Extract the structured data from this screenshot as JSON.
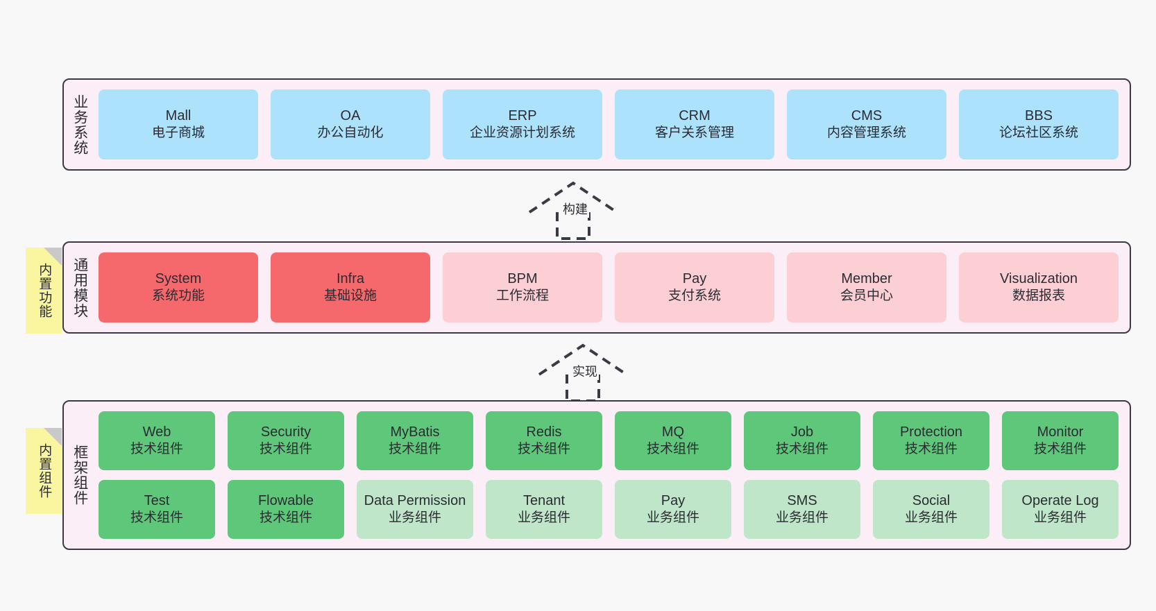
{
  "diagram": {
    "title_present": false,
    "colors": {
      "background": "#f8f8f8",
      "layer_fill": "#fbeef7",
      "layer_border": "#3a3a44",
      "business_card": "#ace2fb",
      "module_primary": "#f5696d",
      "module_secondary": "#fbcfd4",
      "component_tech": "#5ec77a",
      "component_business": "#bfe6c9",
      "sticky_note": "#faf6a0",
      "sticky_fold": "#c9c9c9"
    }
  },
  "layers": [
    {
      "id": "business-systems",
      "label": "业务系统",
      "rows": [
        {
          "style": "c-blue",
          "cards": [
            {
              "name": "Mall",
              "sub": "电子商城"
            },
            {
              "name": "OA",
              "sub": "办公自动化"
            },
            {
              "name": "ERP",
              "sub": "企业资源计划系统"
            },
            {
              "name": "CRM",
              "sub": "客户关系管理"
            },
            {
              "name": "CMS",
              "sub": "内容管理系统"
            },
            {
              "name": "BBS",
              "sub": "论坛社区系统"
            }
          ]
        }
      ]
    },
    {
      "id": "common-modules",
      "label": "通用模块",
      "note": "内置功能",
      "rows": [
        {
          "style": "mixed",
          "cards": [
            {
              "name": "System",
              "sub": "系统功能",
              "style": "c-red"
            },
            {
              "name": "Infra",
              "sub": "基础设施",
              "style": "c-red"
            },
            {
              "name": "BPM",
              "sub": "工作流程",
              "style": "c-pink"
            },
            {
              "name": "Pay",
              "sub": "支付系统",
              "style": "c-pink"
            },
            {
              "name": "Member",
              "sub": "会员中心",
              "style": "c-pink"
            },
            {
              "name": "Visualization",
              "sub": "数据报表",
              "style": "c-pink"
            }
          ]
        }
      ]
    },
    {
      "id": "framework-components",
      "label": "框架组件",
      "note": "内置组件",
      "rows": [
        {
          "style": "c-green",
          "cards": [
            {
              "name": "Web",
              "sub": "技术组件"
            },
            {
              "name": "Security",
              "sub": "技术组件"
            },
            {
              "name": "MyBatis",
              "sub": "技术组件"
            },
            {
              "name": "Redis",
              "sub": "技术组件"
            },
            {
              "name": "MQ",
              "sub": "技术组件"
            },
            {
              "name": "Job",
              "sub": "技术组件"
            },
            {
              "name": "Protection",
              "sub": "技术组件"
            },
            {
              "name": "Monitor",
              "sub": "技术组件"
            }
          ]
        },
        {
          "style": "c-lgreen",
          "cards": [
            {
              "name": "Test",
              "sub": "技术组件",
              "style": "c-green"
            },
            {
              "name": "Flowable",
              "sub": "技术组件",
              "style": "c-green"
            },
            {
              "name": "Data Permission",
              "sub": "业务组件",
              "style": "c-lgreen"
            },
            {
              "name": "Tenant",
              "sub": "业务组件",
              "style": "c-lgreen"
            },
            {
              "name": "Pay",
              "sub": "业务组件",
              "style": "c-lgreen"
            },
            {
              "name": "SMS",
              "sub": "业务组件",
              "style": "c-lgreen"
            },
            {
              "name": "Social",
              "sub": "业务组件",
              "style": "c-lgreen"
            },
            {
              "name": "Operate Log",
              "sub": "业务组件",
              "style": "c-lgreen"
            }
          ]
        }
      ]
    }
  ],
  "arrows": [
    {
      "id": "arrow-build",
      "label": "构建",
      "from": "common-modules",
      "to": "business-systems"
    },
    {
      "id": "arrow-implement",
      "label": "实现",
      "from": "framework-components",
      "to": "common-modules"
    }
  ]
}
